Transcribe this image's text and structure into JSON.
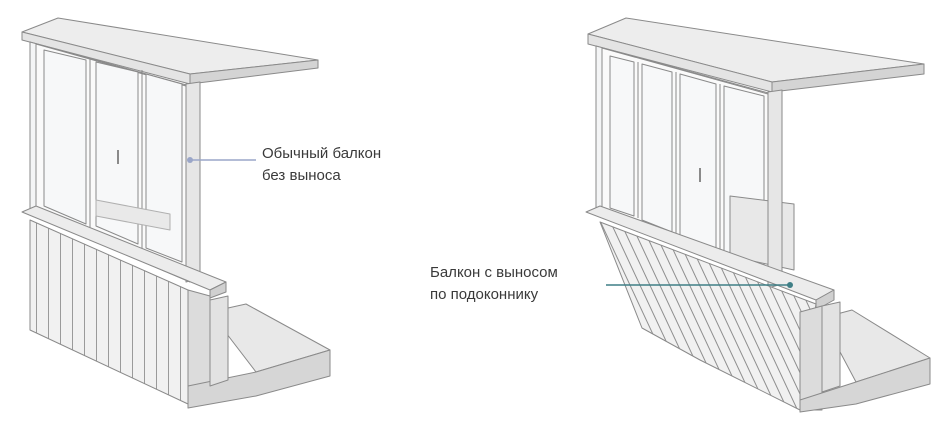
{
  "annotations": {
    "left": {
      "line1": "Обычный балкон",
      "line2": "без выноса",
      "leader_color": "#9aa6c8"
    },
    "right": {
      "line1": "Балкон с выносом",
      "line2": "по подоконнику",
      "leader_color": "#3f7f86"
    }
  },
  "colors": {
    "stroke": "#8a8a8a",
    "light_face": "#f2f2f2",
    "mid_face": "#e2e2e2",
    "dark_face": "#cfcfcf",
    "glass": "#f8f9fa"
  }
}
